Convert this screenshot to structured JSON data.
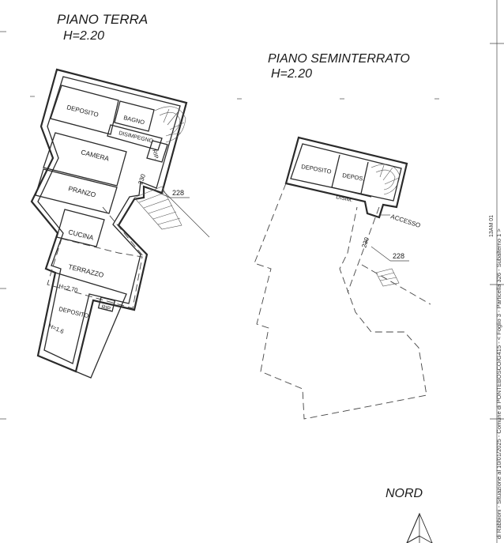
{
  "ground_floor": {
    "title": "PIANO TERRA",
    "height": "H=2.20",
    "rooms": {
      "deposito": "DEPOSITO",
      "bagno": "BAGNO",
      "disimpegno": "DISIMPEGNO",
      "rip": "RIP.",
      "camera": "CAMERA",
      "pranzo": "PRANZO",
      "cucina": "CUCINA",
      "terrazzo": "TERRAZZO",
      "terrazzo_height": "H=2.70",
      "deposito_lower": "DEPOSITO",
      "rip_lower": "RIP.",
      "deposito_lower_height": "H=1.6"
    },
    "dim_230": "230",
    "dim_228": "228"
  },
  "basement": {
    "title": "PIANO SEMINTERRATO",
    "height": "H=2.20",
    "rooms": {
      "deposito": "DEPOSITO",
      "depos": "DEPOS.",
      "disim": "DISIM.",
      "accesso": "ACCESSO"
    },
    "dim_230": "230",
    "dim_228": "228"
  },
  "north_label": "NORD",
  "side_text": "di Rabbioni - Situazione al 10/01/2025 - Comune di PONTEBOSCO/G415 - < Foglio 3 - Particella 326 - Subalterno 1 >",
  "side_code": "13AM 01"
}
